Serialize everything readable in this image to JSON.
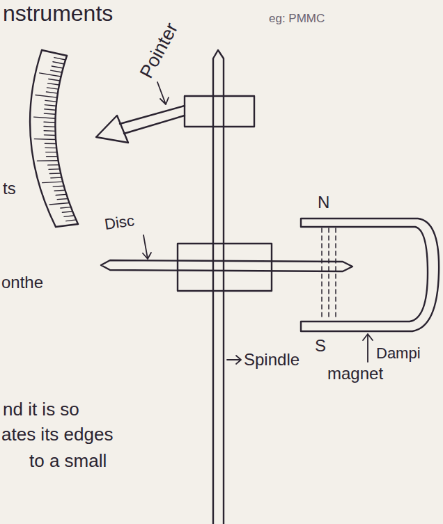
{
  "diagram": {
    "title": "nstruments",
    "labels": [
      "eg: PMMC",
      "Pointer",
      "Disc",
      "N",
      "S",
      "Dampi",
      "magnet",
      "Spindle",
      "ts",
      "onthe",
      "nd it is so",
      "ates its edges",
      "to a small"
    ]
  }
}
